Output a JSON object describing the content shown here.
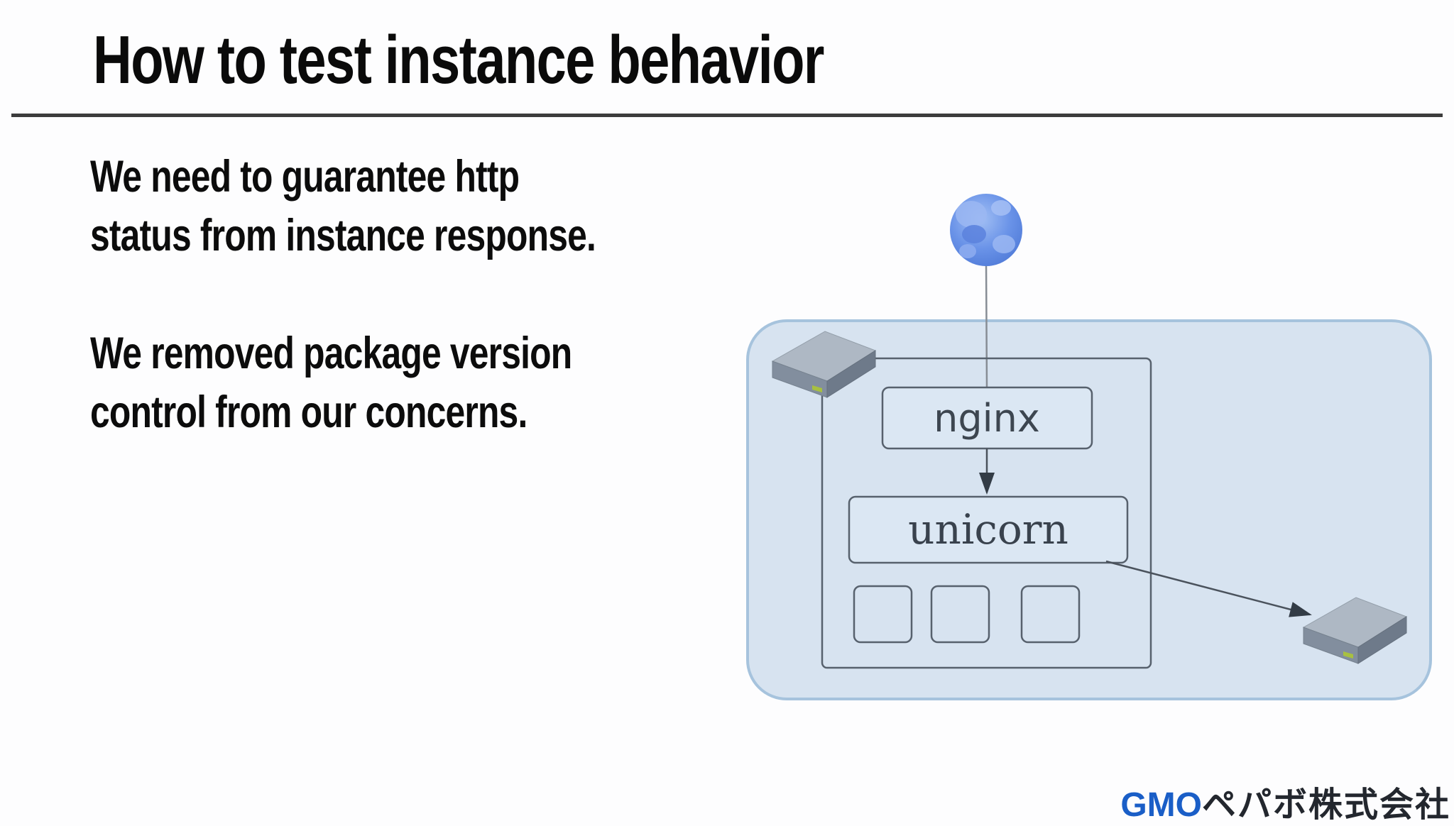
{
  "slide": {
    "title": "How to test instance behavior",
    "body_lines": [
      "We need to guarantee http",
      "status from instance response.",
      "",
      "We removed package version",
      "control from our concerns."
    ]
  },
  "diagram": {
    "icons": {
      "globe": "internet-globe-icon",
      "server_top_left": "host-server-icon",
      "server_bottom_right": "external-server-icon"
    },
    "nginx_label": "nginx",
    "unicorn_label": "unicorn",
    "worker_slots": 3,
    "colors": {
      "panel_fill": "#d7e3f0",
      "panel_border": "#a6c3dd",
      "node_stroke": "#57616d",
      "label_color": "#3d4650",
      "globe_blue": "#6a93e8",
      "arrow_color": "#333c46",
      "server_gray": "#8a96a6"
    }
  },
  "footer": {
    "logo_gmo": "GMO",
    "logo_company": "ペパボ株式会社",
    "logo_blue": "#1a5ec7"
  }
}
